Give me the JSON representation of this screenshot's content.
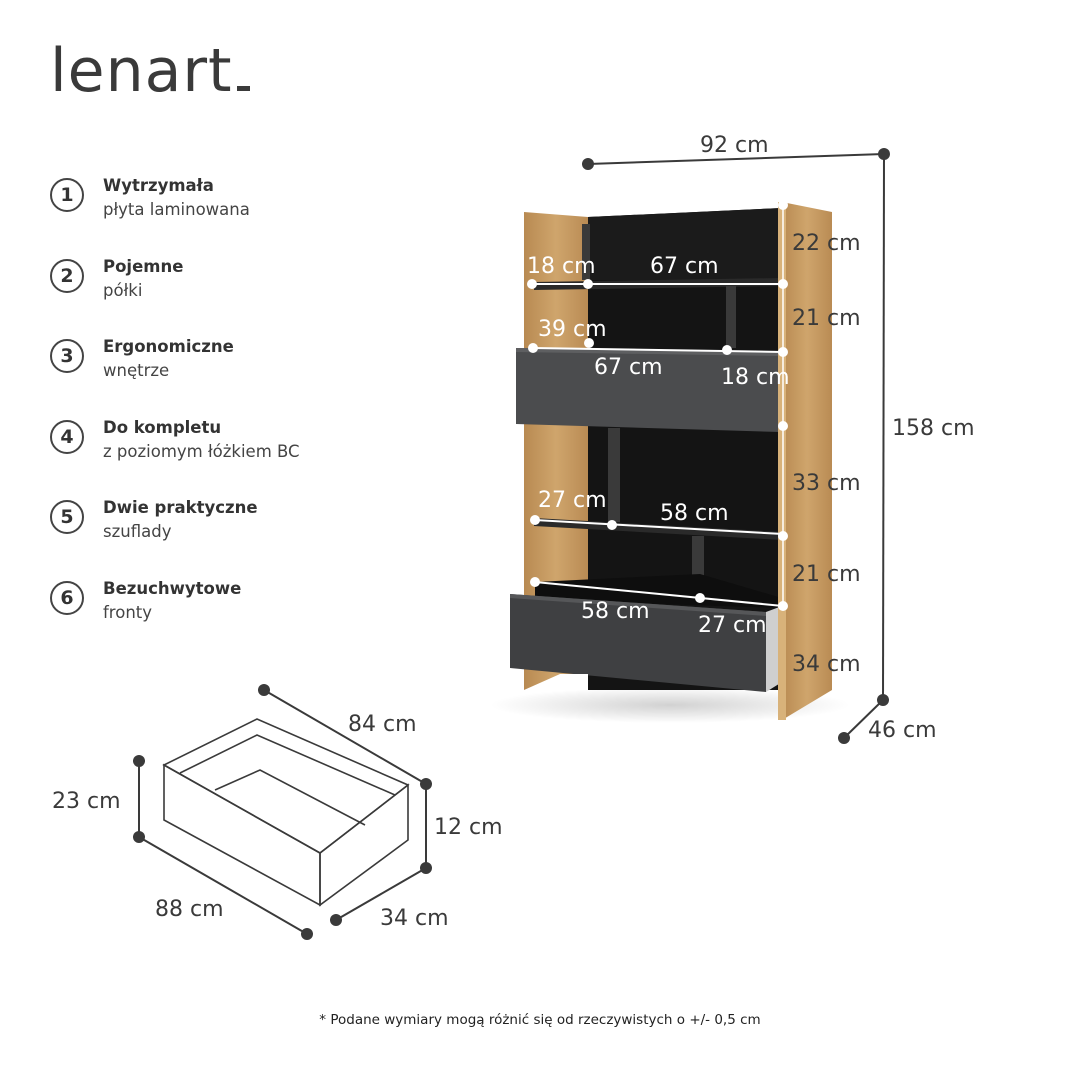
{
  "brand": {
    "name": "lenart"
  },
  "features": [
    {
      "num": "1",
      "title": "Wytrzymała",
      "sub": "płyta laminowana"
    },
    {
      "num": "2",
      "title": "Pojemne",
      "sub": "półki"
    },
    {
      "num": "3",
      "title": "Ergonomiczne",
      "sub": "wnętrze"
    },
    {
      "num": "4",
      "title": "Do kompletu",
      "sub": "z poziomym łóżkiem BC"
    },
    {
      "num": "5",
      "title": "Dwie praktyczne",
      "sub": "szuflady"
    },
    {
      "num": "6",
      "title": "Bezuchwytowe",
      "sub": "fronty"
    }
  ],
  "cabinet": {
    "width": "92 cm",
    "height": "158 cm",
    "depth": "46 cm",
    "right_column": [
      "22 cm",
      "21 cm",
      "33 cm",
      "21 cm",
      "34 cm"
    ],
    "inner": {
      "top_left": "18 cm",
      "top_mid": "67 cm",
      "row2_left": "39 cm",
      "drawer1_width": "67 cm",
      "drawer1_right": "18 cm",
      "row3_left": "27 cm",
      "row3_mid": "58 cm",
      "drawer2_width": "58 cm",
      "drawer2_right": "27 cm"
    }
  },
  "drawer": {
    "length": "84 cm",
    "height_back": "23 cm",
    "height_front": "12 cm",
    "width": "88 cm",
    "depth": "34 cm"
  },
  "footnote": "* Podane wymiary mogą różnić się od rzeczywistych o +/- 0,5 cm",
  "colors": {
    "oak": "#c49a62",
    "black": "#151515",
    "anthracite": "#4a4b4d",
    "text": "#3d3d3d"
  }
}
